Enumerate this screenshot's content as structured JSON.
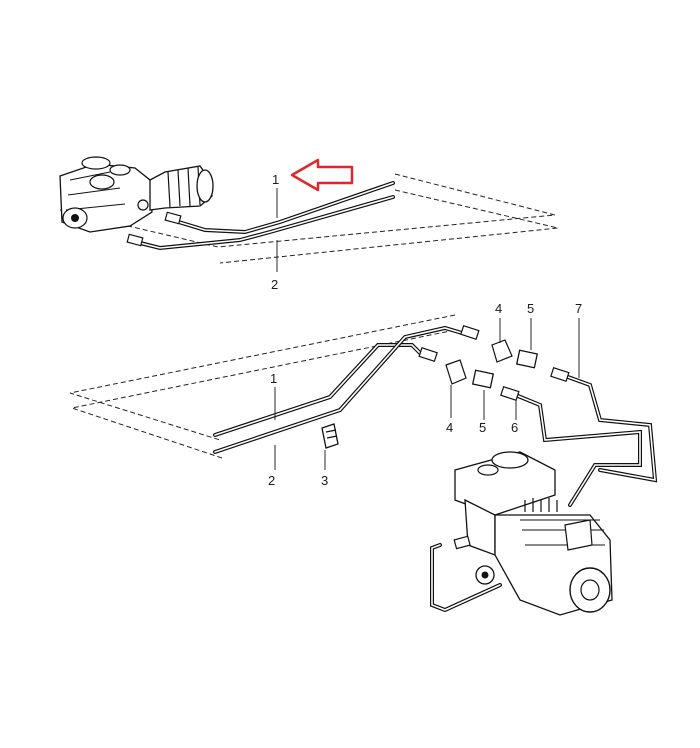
{
  "callouts": {
    "top_1": "1",
    "top_2": "2",
    "mid_1": "1",
    "mid_2": "2",
    "mid_3": "3",
    "mid_4a": "4",
    "mid_5a": "5",
    "mid_7": "7",
    "mid_4b": "4",
    "mid_5b": "5",
    "mid_6": "6"
  },
  "highlight_arrow": {
    "color": "#e0262a"
  }
}
